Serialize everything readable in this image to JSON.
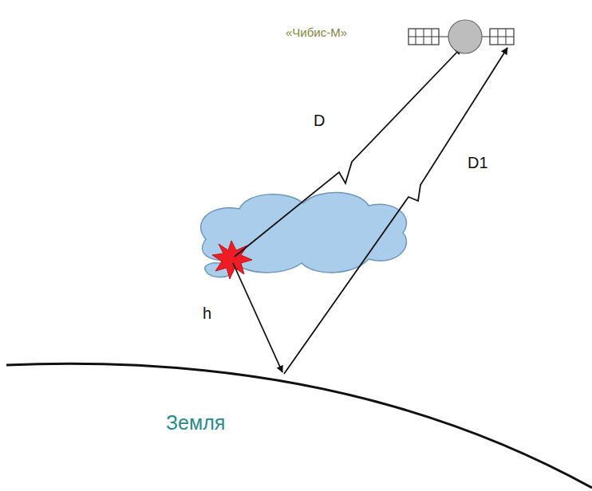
{
  "diagram": {
    "nodes": [
      {
        "text": [
          "«Чибис-М»"
        ]
      },
      {
        "text": [
          "Земля"
        ]
      }
    ],
    "labels": [
      "D",
      "D1",
      "h"
    ]
  }
}
